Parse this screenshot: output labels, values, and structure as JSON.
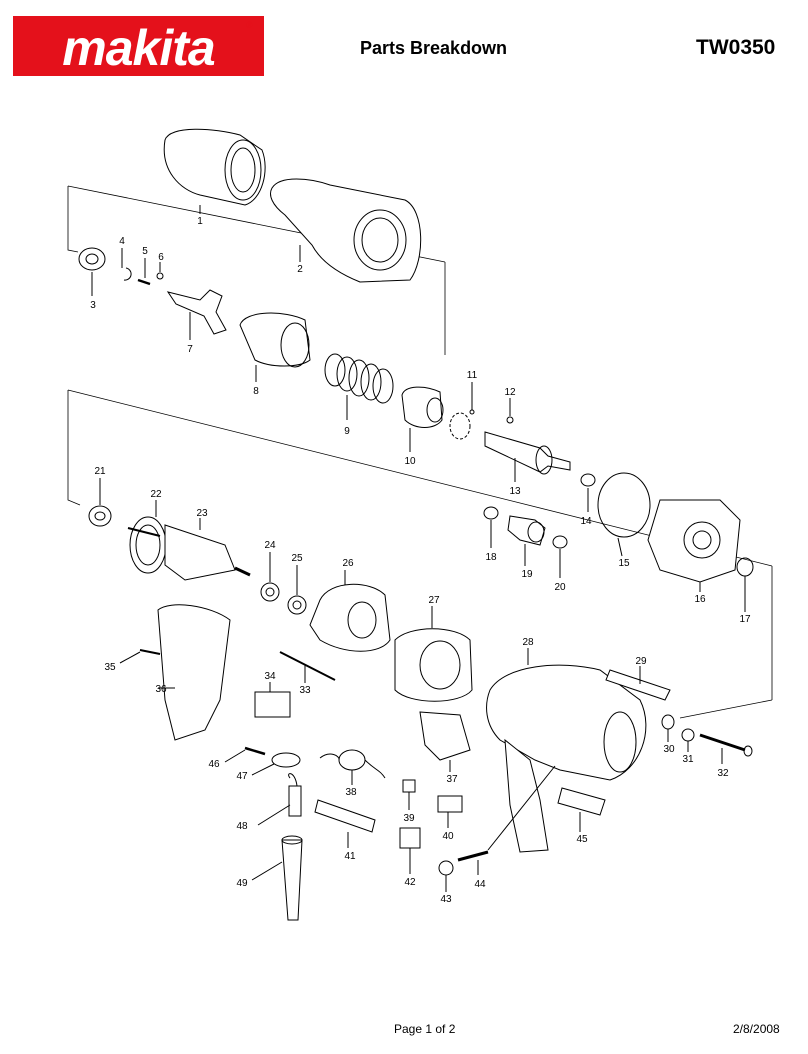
{
  "header": {
    "brand": "makita",
    "registered_mark": "®",
    "title": "Parts Breakdown",
    "model": "TW0350"
  },
  "footer": {
    "page": "Page 1 of 2",
    "date": "2/8/2008"
  },
  "parts": [
    {
      "id": "1",
      "label": "1"
    },
    {
      "id": "2",
      "label": "2"
    },
    {
      "id": "3",
      "label": "3"
    },
    {
      "id": "4",
      "label": "4"
    },
    {
      "id": "5",
      "label": "5"
    },
    {
      "id": "6",
      "label": "6"
    },
    {
      "id": "7",
      "label": "7"
    },
    {
      "id": "8",
      "label": "8"
    },
    {
      "id": "9",
      "label": "9"
    },
    {
      "id": "10",
      "label": "10"
    },
    {
      "id": "11",
      "label": "11"
    },
    {
      "id": "12",
      "label": "12"
    },
    {
      "id": "13",
      "label": "13"
    },
    {
      "id": "14",
      "label": "14"
    },
    {
      "id": "15",
      "label": "15"
    },
    {
      "id": "16",
      "label": "16"
    },
    {
      "id": "17",
      "label": "17"
    },
    {
      "id": "18",
      "label": "18"
    },
    {
      "id": "19",
      "label": "19"
    },
    {
      "id": "20",
      "label": "20"
    },
    {
      "id": "21",
      "label": "21"
    },
    {
      "id": "22",
      "label": "22"
    },
    {
      "id": "23",
      "label": "23"
    },
    {
      "id": "24",
      "label": "24"
    },
    {
      "id": "25",
      "label": "25"
    },
    {
      "id": "26",
      "label": "26"
    },
    {
      "id": "27",
      "label": "27"
    },
    {
      "id": "28",
      "label": "28"
    },
    {
      "id": "29",
      "label": "29"
    },
    {
      "id": "30",
      "label": "30"
    },
    {
      "id": "31",
      "label": "31"
    },
    {
      "id": "32",
      "label": "32"
    },
    {
      "id": "33",
      "label": "33"
    },
    {
      "id": "34",
      "label": "34"
    },
    {
      "id": "35",
      "label": "35"
    },
    {
      "id": "36",
      "label": "36"
    },
    {
      "id": "37",
      "label": "37"
    },
    {
      "id": "38",
      "label": "38"
    },
    {
      "id": "39",
      "label": "39"
    },
    {
      "id": "40",
      "label": "40"
    },
    {
      "id": "41",
      "label": "41"
    },
    {
      "id": "42",
      "label": "42"
    },
    {
      "id": "43",
      "label": "43"
    },
    {
      "id": "44",
      "label": "44"
    },
    {
      "id": "45",
      "label": "45"
    },
    {
      "id": "46",
      "label": "46"
    },
    {
      "id": "47",
      "label": "47"
    },
    {
      "id": "48",
      "label": "48"
    },
    {
      "id": "49",
      "label": "49"
    }
  ],
  "colors": {
    "brand_red": "#e4111b",
    "line": "#000000"
  }
}
